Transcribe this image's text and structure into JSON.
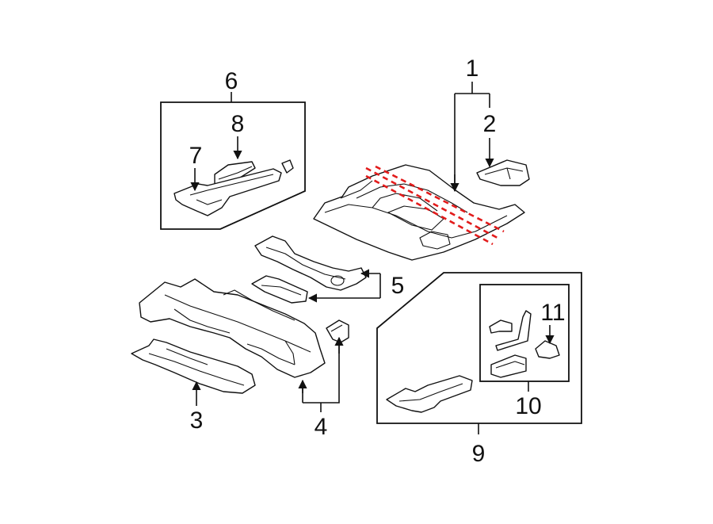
{
  "diagram": {
    "callouts": [
      {
        "id": "1",
        "text": "1"
      },
      {
        "id": "2",
        "text": "2"
      },
      {
        "id": "3",
        "text": "3"
      },
      {
        "id": "4",
        "text": "4"
      },
      {
        "id": "5",
        "text": "5"
      },
      {
        "id": "6",
        "text": "6"
      },
      {
        "id": "7",
        "text": "7"
      },
      {
        "id": "8",
        "text": "8"
      },
      {
        "id": "9",
        "text": "9"
      },
      {
        "id": "10",
        "text": "10"
      },
      {
        "id": "11",
        "text": "11"
      }
    ],
    "cut_line_color": "#e21b1b",
    "line_color": "#111111"
  }
}
